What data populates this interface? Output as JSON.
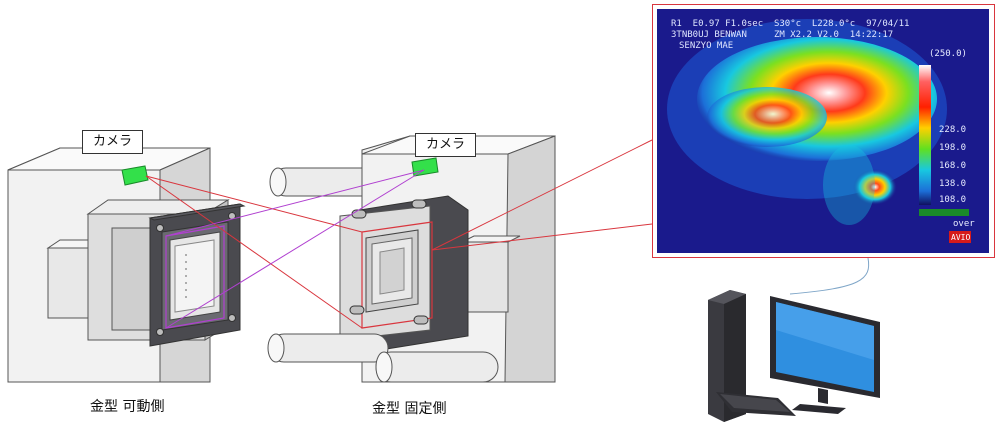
{
  "labels": {
    "camera_left": "カメラ",
    "camera_right": "カメラ",
    "caption_movable": "金型 可動側",
    "caption_fixed": "金型 固定側"
  },
  "thermogram": {
    "header_line1": "R1  E0.97 F1.0sec  S30°c  L228.0°c  97/04/11",
    "header_line2": "3TNB0UJ BENWAN     ZM X2.2 V2.0  14:22:17",
    "header_line3": "SENZYO MAE",
    "range_top": "(250.0)",
    "scale_values": [
      "228.0",
      "198.0",
      "168.0",
      "138.0",
      "108.0"
    ],
    "over_label": "over",
    "logo": "AVIO"
  },
  "colors": {
    "camera_green": "#33e04a",
    "view_line_red": "#d9363e",
    "view_line_purple": "#b040d0",
    "mold_dark": "#4a4a4f",
    "mold_light": "#e4e4e4",
    "monitor_screen": "#2f8fe0"
  },
  "icons": [
    "camera-icon",
    "computer-icon",
    "mold-movable-icon",
    "mold-fixed-icon"
  ]
}
